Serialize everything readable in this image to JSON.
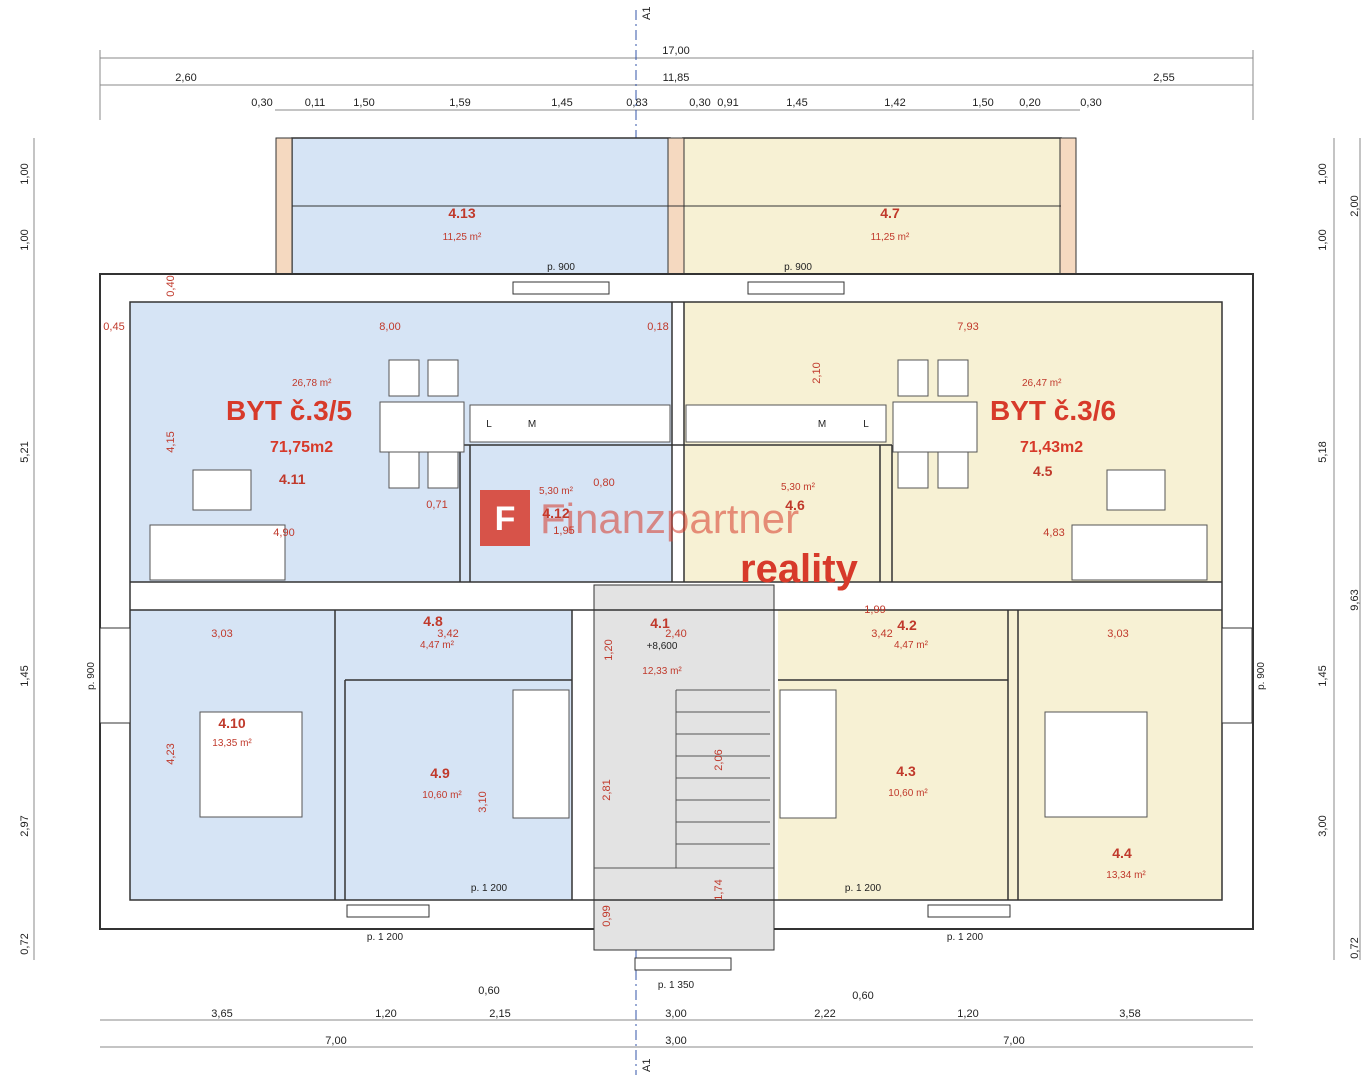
{
  "axis": {
    "label_top": "A1",
    "label_bottom": "A1"
  },
  "dims_top": {
    "overall": "17,00",
    "row2": [
      "2,60",
      "11,85",
      "2,55"
    ],
    "row3": [
      "0,30",
      "0,11",
      "1,50",
      "1,59",
      "1,45",
      "0,83",
      "0,30",
      "0,91",
      "1,45",
      "1,42",
      "1,50",
      "0,20",
      "0,30"
    ]
  },
  "dims_bottom": {
    "row1": [
      "3,65",
      "1,20",
      "2,15",
      "3,00",
      "2,22",
      "1,20",
      "3,58"
    ],
    "row2": [
      "7,00",
      "3,00",
      "7,00"
    ],
    "small": [
      "0,60",
      "0,60"
    ]
  },
  "dims_left": [
    "1,00",
    "1,00",
    "5,21",
    "1,45",
    "2,97",
    "0,72"
  ],
  "dims_right": [
    "2,00",
    "1,00",
    "1,00",
    "5,18",
    "9,63",
    "1,45",
    "3,00",
    "0,72"
  ],
  "apartments": [
    {
      "title": "BYT č.3/5",
      "area": "71,75m2",
      "room": "4.11",
      "room_area": "26,78 m²"
    },
    {
      "title": "BYT č.3/6",
      "area": "71,43m2",
      "room": "4.5",
      "room_area": "26,47 m²"
    }
  ],
  "rooms": [
    {
      "no": "4.13",
      "area": "11,25 m²"
    },
    {
      "no": "4.7",
      "area": "11,25 m²"
    },
    {
      "no": "4.12",
      "area": "5,30 m²"
    },
    {
      "no": "4.6",
      "area": "5,30 m²"
    },
    {
      "no": "4.8",
      "area": "4,47 m²"
    },
    {
      "no": "4.2",
      "area": "4,47 m²"
    },
    {
      "no": "4.1",
      "area": "12,33 m²",
      "level": "+8,600"
    },
    {
      "no": "4.10",
      "area": "13,35 m²"
    },
    {
      "no": "4.9",
      "area": "10,60 m²"
    },
    {
      "no": "4.3",
      "area": "10,60 m²"
    },
    {
      "no": "4.4",
      "area": "13,34 m²"
    }
  ],
  "windows": [
    "p. 900",
    "p. 900",
    "p. 900",
    "p. 900",
    "p. 1 200",
    "p. 1 200",
    "p. 1 200",
    "p. 1 200",
    "p. 1 350"
  ],
  "kitchen_labels": [
    "L",
    "M",
    "M",
    "L"
  ],
  "inner_dims": [
    "8,00",
    "7,93",
    "4,90",
    "4,83",
    "3,03",
    "3,42",
    "3,42",
    "3,03",
    "0,45",
    "0,40",
    "0,18",
    "0,80",
    "0,71",
    "2,40",
    "1,20",
    "2,06",
    "1,74",
    "2,81",
    "0,99",
    "4,23",
    "3,10",
    "4,15",
    "2,10",
    "1,99",
    "1,95"
  ],
  "watermark": {
    "line1": "Finanzpartner",
    "line2": "reality",
    "logo": "F"
  },
  "colors": {
    "left_flat": "#d6e4f5",
    "right_flat": "#f7f1d4",
    "stair": "#e3e3e3",
    "accent": "#d73a2a"
  }
}
